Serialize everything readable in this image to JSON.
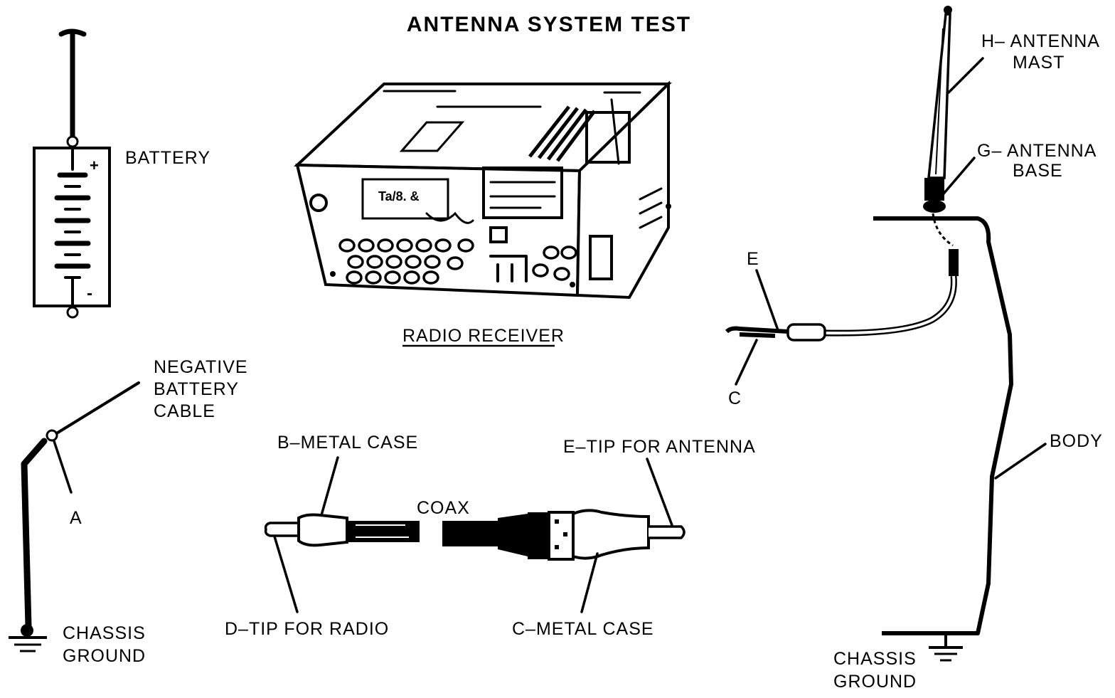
{
  "title": "ANTENNA SYSTEM TEST",
  "labels": {
    "battery": "BATTERY",
    "battery_plus": "+",
    "battery_minus": "-",
    "radio_receiver": "RADIO RECEIVER",
    "negative_cable_1": "NEGATIVE",
    "negative_cable_2": "BATTERY",
    "negative_cable_3": "CABLE",
    "a": "A",
    "chassis_ground_left_1": "CHASSIS",
    "chassis_ground_left_2": "GROUND",
    "b_metal_case": "B–METAL CASE",
    "coax": "COAX",
    "e_tip_antenna": "E–TIP FOR ANTENNA",
    "d_tip_radio": "D–TIP FOR RADIO",
    "c_metal_case": "C–METAL CASE",
    "h_antenna_1": "H– ANTENNA",
    "h_antenna_2": "MAST",
    "g_antenna_1": "G– ANTENNA",
    "g_antenna_2": "BASE",
    "e_short": "E",
    "c_short": "C",
    "body": "BODY",
    "chassis_ground_right_1": "CHASSIS",
    "chassis_ground_right_2": "GROUND",
    "receiver_panel_text": "Ta/8. &"
  }
}
